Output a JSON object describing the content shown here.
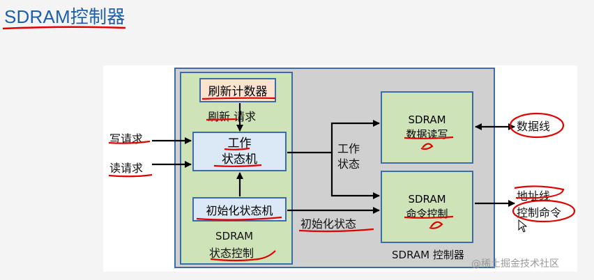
{
  "title": "SDRAM控制器",
  "blocks": {
    "refresh_counter": "刷新计数器",
    "refresh_request": "刷新  请求",
    "state_machine_line1": "工作",
    "state_machine_line2": "状态机",
    "init_state_machine": "初始化状态机",
    "state_control_line1": "SDRAM",
    "state_control_line2": "状态控制",
    "read_write_line1": "SDRAM",
    "read_write_line2": "数据读写",
    "command_control_line1": "SDRAM",
    "command_control_line2": "命令控制",
    "controller_label": "SDRAM 控制器"
  },
  "signals": {
    "write_request": "写请求",
    "read_request": "读请求",
    "work_state_line1": "工作",
    "work_state_line2": "状态",
    "init_state": "初始化状态",
    "data_line": "数据线",
    "address_line": "地址线",
    "control_command": "控制命令"
  },
  "watermark": "@稀土掘金技术社区",
  "colors": {
    "title": "#1f5fa8",
    "border": "#3d6aa8",
    "green_fill": "#cfe3b8",
    "blue_fill": "#dbe8f5",
    "orange_fill": "#fbe3cf",
    "gray_fill": "#d0d0d0",
    "annotation": "#e00000"
  }
}
